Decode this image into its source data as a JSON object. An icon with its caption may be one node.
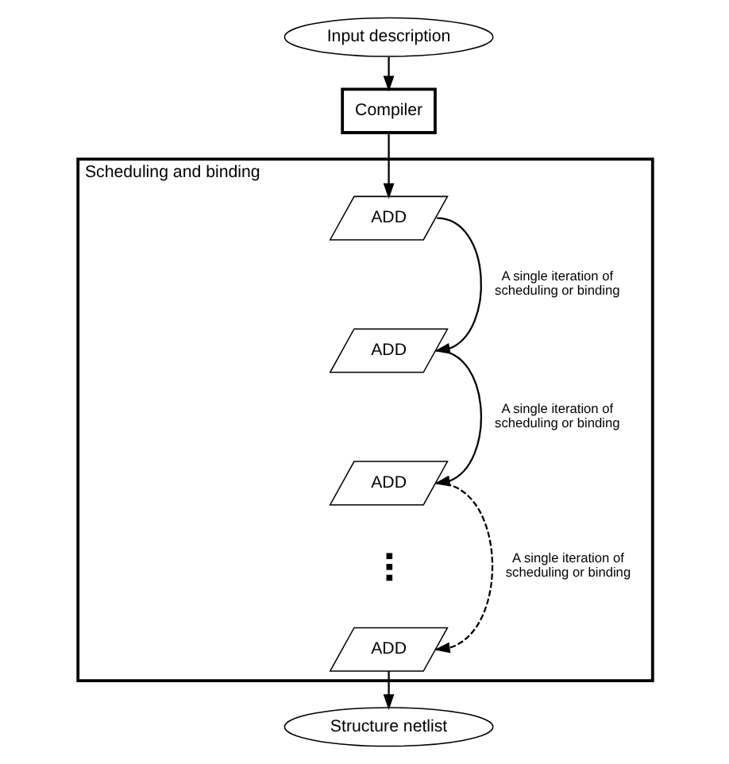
{
  "diagram": {
    "nodes": [
      {
        "text": [
          "Input description"
        ]
      },
      {
        "text": [
          "Compiler"
        ]
      },
      {
        "text": [
          "Scheduling and binding"
        ]
      },
      {
        "text": [
          "ADD"
        ],
        "in": 2
      },
      {
        "text": [
          "ADD"
        ],
        "in": 2
      },
      {
        "text": [
          "ADD"
        ],
        "in": 2
      },
      {
        "text": [],
        "shape": "dots",
        "in": 2
      },
      {
        "text": [
          "ADD"
        ],
        "in": 2
      },
      {
        "text": [
          "Structure netlist"
        ]
      }
    ],
    "edges": [
      {
        "from": 0,
        "to": 1,
        "arrow": "to"
      },
      {
        "from": 1,
        "to": 3,
        "arrow": "to"
      },
      {
        "from": 3,
        "to": 4,
        "arrow": "to",
        "label": "A single iteration of scheduling or binding"
      },
      {
        "from": 4,
        "to": 5,
        "arrow": "to",
        "label": "A single iteration of scheduling or binding"
      },
      {
        "from": 5,
        "to": 7,
        "arrow": "to",
        "label": "A single iteration of scheduling or binding",
        "style": "dashed"
      },
      {
        "from": 7,
        "to": 8,
        "arrow": "to"
      }
    ]
  }
}
